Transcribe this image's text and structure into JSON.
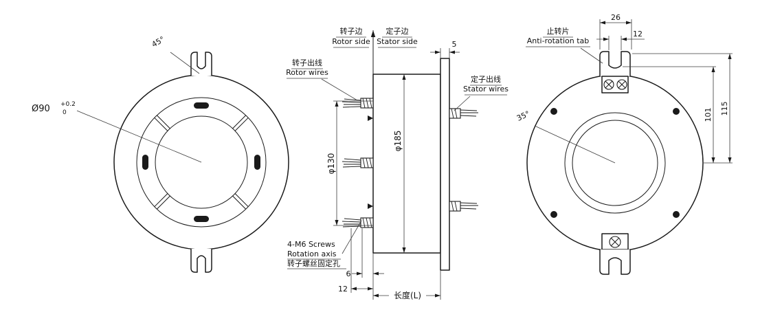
{
  "left_view": {
    "angle": "45°",
    "bore": "Ø90",
    "tol_upper": "+0.2",
    "tol_lower": "0"
  },
  "middle_view": {
    "rotor_side_cn": "转子边",
    "rotor_side_en": "Rotor side",
    "stator_side_cn": "定子边",
    "stator_side_en": "Stator side",
    "rotor_wires_cn": "转子出线",
    "rotor_wires_en": "Rotor wires",
    "stator_wires_cn": "定子出线",
    "stator_wires_en": "Stator wires",
    "dim_flange": "5",
    "dim_inner": "φ130",
    "dim_outer": "φ185",
    "screw_note_en1": "4-M6 Screws",
    "screw_note_en2": "Rotation axis",
    "screw_note_cn": "转子螺丝固定孔",
    "dim_offset_small": "6",
    "dim_offset_large": "12",
    "length": "长度(L)"
  },
  "right_view": {
    "tab_cn": "止转片",
    "tab_en": "Anti-rotation tab",
    "dim_tab_width": "26",
    "dim_slot_width": "12",
    "dim_height_inner": "101",
    "dim_height_outer": "115",
    "angle": "35°"
  }
}
